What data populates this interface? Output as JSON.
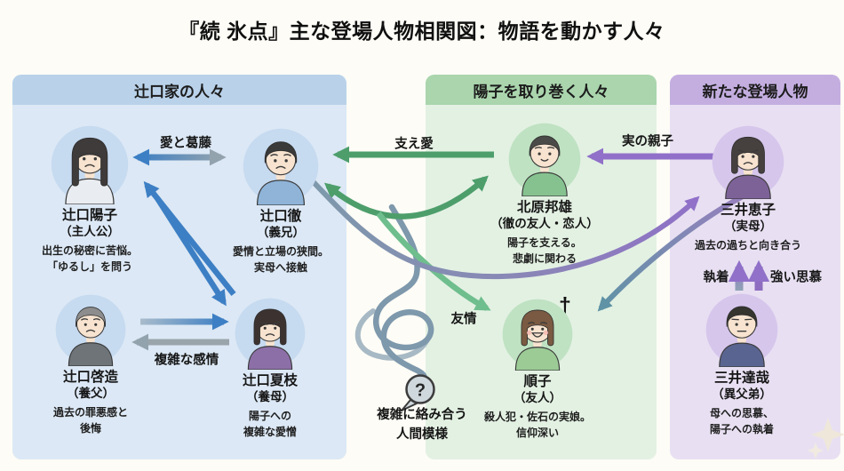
{
  "title": "『続 氷点』主な登場人物相関図：物語を動かす人々",
  "panels": [
    {
      "label": "辻口家の人々"
    },
    {
      "label": "陽子を取り巻く人々"
    },
    {
      "label": "新たな登場人物"
    }
  ],
  "people": [
    {
      "name": "辻口陽子",
      "role": "（主人公）",
      "desc1": "出生の秘密に苦悩。",
      "desc2": "「ゆるし」を問う",
      "hair_style": "long",
      "expression": "worried",
      "hair_color": "#3f3b3a",
      "bg_color": "#c6daf0",
      "clothes_color": "#e9edf1"
    },
    {
      "name": "辻口徹",
      "role": "（義兄）",
      "desc1": "愛情と立場の狭間。",
      "desc2": "実母へ接触",
      "hair_style": "short",
      "expression": "worried",
      "hair_color": "#3a3a3a",
      "bg_color": "#c6daf0",
      "clothes_color": "#8fb4d8"
    },
    {
      "name": "北原邦雄",
      "role": "（徹の友人・恋人）",
      "desc1": "陽子を支える。",
      "desc2": "悲劇に関わる",
      "hair_style": "short",
      "expression": "gentle",
      "hair_color": "#4a4a48",
      "bg_color": "#bfe2c2",
      "clothes_color": "#86c290"
    },
    {
      "name": "三井恵子",
      "role": "（実母）",
      "desc1": "過去の過ちと向き合う",
      "desc2": "",
      "hair_style": "bob",
      "expression": "sorrow",
      "hair_color": "#46403e",
      "bg_color": "#d6c6ec",
      "clothes_color": "#7d6298"
    },
    {
      "name": "辻口啓造",
      "role": "（養父）",
      "desc1": "過去の罪悪感と",
      "desc2": "後悔",
      "hair_style": "short",
      "expression": "worried",
      "hair_color": "#8d8d8d",
      "bg_color": "#c6daf0",
      "clothes_color": "#6e7478"
    },
    {
      "name": "辻口夏枝",
      "role": "（養母）",
      "desc1": "陽子への",
      "desc2": "複雑な愛憎",
      "hair_style": "bob",
      "expression": "sorrow",
      "hair_color": "#3c3330",
      "bg_color": "#c6daf0",
      "clothes_color": "#8d6fa8"
    },
    {
      "name": "順子",
      "role": "（友人）",
      "desc1": "殺人犯・佐石の実娘。",
      "desc2": "信仰深い",
      "hair_style": "bob",
      "expression": "happy",
      "hair_color": "#7a5a42",
      "bg_color": "#bfe2c2",
      "clothes_color": "#9ccb96"
    },
    {
      "name": "三井達哉",
      "role": "（異父弟）",
      "desc1": "母への思慕、",
      "desc2": "陽子への執着",
      "hair_style": "short",
      "expression": "stern",
      "hair_color": "#35342f",
      "bg_color": "#d6c6ec",
      "clothes_color": "#5a6490"
    }
  ],
  "relations": {
    "ai_to_katto": "愛と葛藤",
    "sasae_ai": "支え愛",
    "jitsu_no_oyako": "実の親子",
    "fukuzatsu_na_kanjo": "複雑な感情",
    "yujo": "友情",
    "shuchaku": "執着",
    "tsuyoi_shibo": "強い思慕"
  },
  "tangle": {
    "icon": "?",
    "caption_line1": "複雑に絡み合う",
    "caption_line2": "人間模様"
  },
  "misc": {
    "dagger": "†"
  },
  "colors": {
    "blue": "#3d7fc4",
    "gray": "#9aa4ab",
    "green": "#4d9e6b",
    "green_light": "#6fbe8d",
    "purple": "#9070c8",
    "slate": "#7e98ac",
    "teal": "#5f93a5",
    "panel_blue": "#dce8f5",
    "panel_blue_header": "#b9d2ea",
    "panel_green": "#e3f1e3",
    "panel_green_header": "#aad5ad",
    "panel_purple": "#e8e0f2",
    "panel_purple_header": "#c4aee0"
  }
}
